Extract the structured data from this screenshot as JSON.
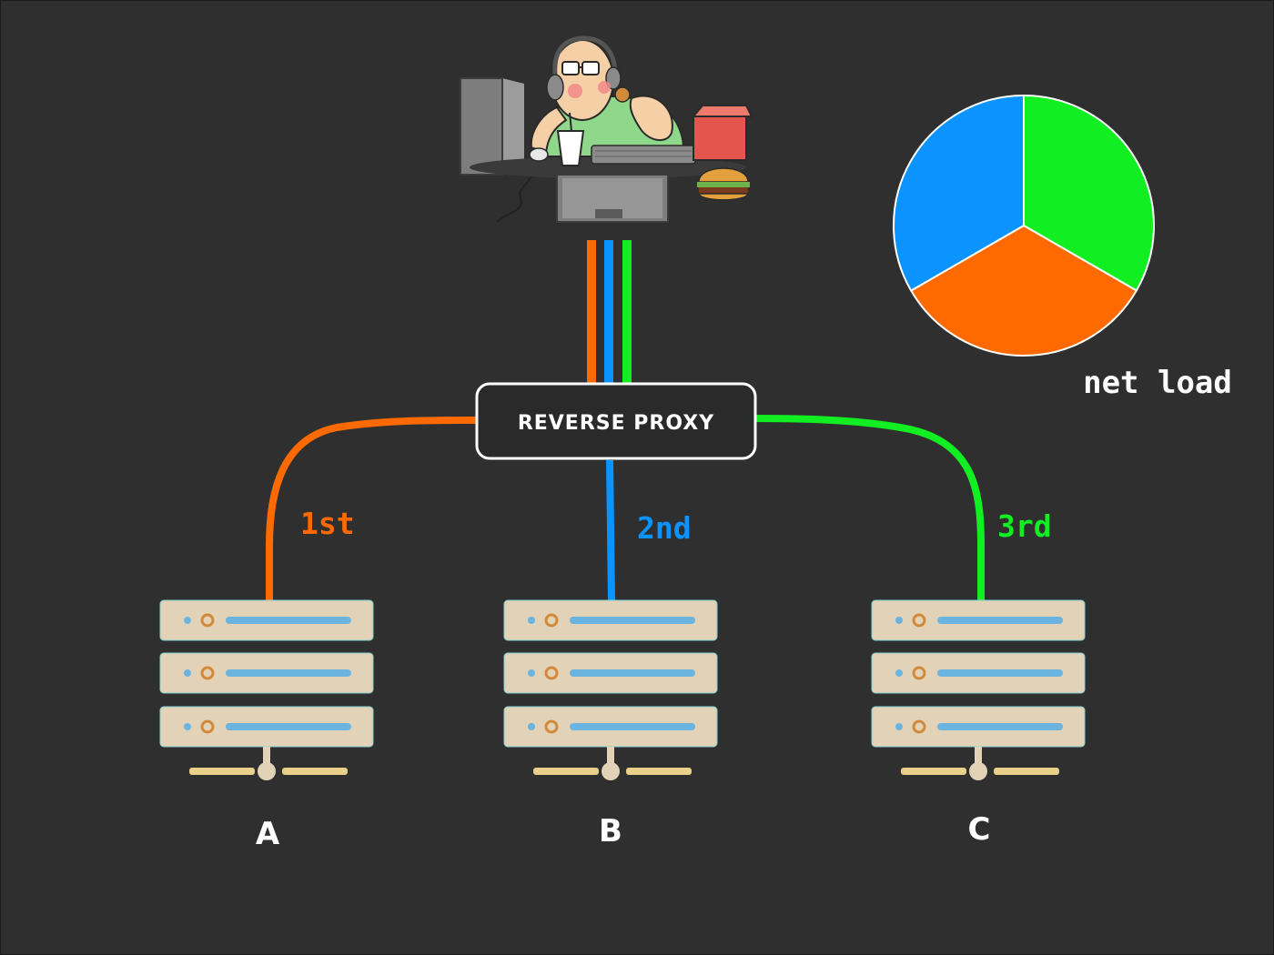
{
  "colors": {
    "background": "#2f2f2f",
    "orange": "#ff6a00",
    "blue": "#0b93ff",
    "green": "#11ee22",
    "server_body": "#e2d3b8",
    "server_bar": "#6bb4e0",
    "white": "#ffffff"
  },
  "user": {
    "icon": "user-at-computer-icon"
  },
  "proxy": {
    "label": "REVERSE PROXY"
  },
  "routes": [
    {
      "label": "1st",
      "color": "#ff6a00",
      "target": "A"
    },
    {
      "label": "2nd",
      "color": "#0b93ff",
      "target": "B"
    },
    {
      "label": "3rd",
      "color": "#11ee22",
      "target": "C"
    }
  ],
  "servers": [
    {
      "label": "A",
      "icon": "server-rack-icon"
    },
    {
      "label": "B",
      "icon": "server-rack-icon"
    },
    {
      "label": "C",
      "icon": "server-rack-icon"
    }
  ],
  "net_load": {
    "label": "net load",
    "slices": [
      {
        "color": "#11ee22",
        "share": 0.3333
      },
      {
        "color": "#ff6a00",
        "share": 0.3333
      },
      {
        "color": "#0b93ff",
        "share": 0.3334
      }
    ]
  }
}
